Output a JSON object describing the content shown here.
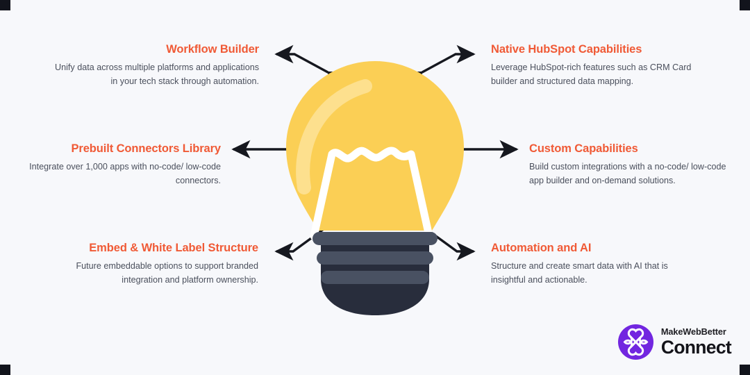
{
  "canvas": {
    "background_color": "#f7f8fb",
    "corner_mark_color": "#12141c"
  },
  "theme": {
    "heading_color": "#f05a36",
    "body_text_color": "#4a4f5c",
    "bulb_glass_color": "#fbcf55",
    "bulb_highlight_color": "#fde08e",
    "bulb_filament_color": "#ffffff",
    "bulb_base_color": "#282d3c",
    "bulb_base_band_color": "#495162",
    "arrow_color": "#16181f",
    "logo_mark_color": "#7226e0"
  },
  "features": {
    "left": [
      {
        "id": "workflow-builder",
        "title": "Workflow Builder",
        "description": "Unify data across multiple platforms and applications in your tech stack through automation."
      },
      {
        "id": "prebuilt-connectors-library",
        "title": "Prebuilt Connectors Library",
        "description": "Integrate over 1,000 apps with no-code/ low-code connectors."
      },
      {
        "id": "embed-white-label-structure",
        "title": "Embed & White Label Structure",
        "description": "Future embeddable options to support branded integration and platform ownership."
      }
    ],
    "right": [
      {
        "id": "native-hubspot-capabilities",
        "title": "Native HubSpot Capabilities",
        "description": "Leverage HubSpot-rich features such as CRM Card builder and structured data mapping."
      },
      {
        "id": "custom-capabilities",
        "title": "Custom Capabilities",
        "description": "Build custom integrations with a no-code/ low-code app builder and on-demand solutions."
      },
      {
        "id": "automation-and-ai",
        "title": "Automation and AI",
        "description": "Structure and create smart data with AI that is insightful and actionable."
      }
    ]
  },
  "illustration": {
    "name": "lightbulb",
    "connector_count": 6,
    "connector_style": "double-headed-arrow"
  },
  "logo": {
    "brand_top": "MakeWebBetter",
    "brand_bottom": "Connect"
  }
}
